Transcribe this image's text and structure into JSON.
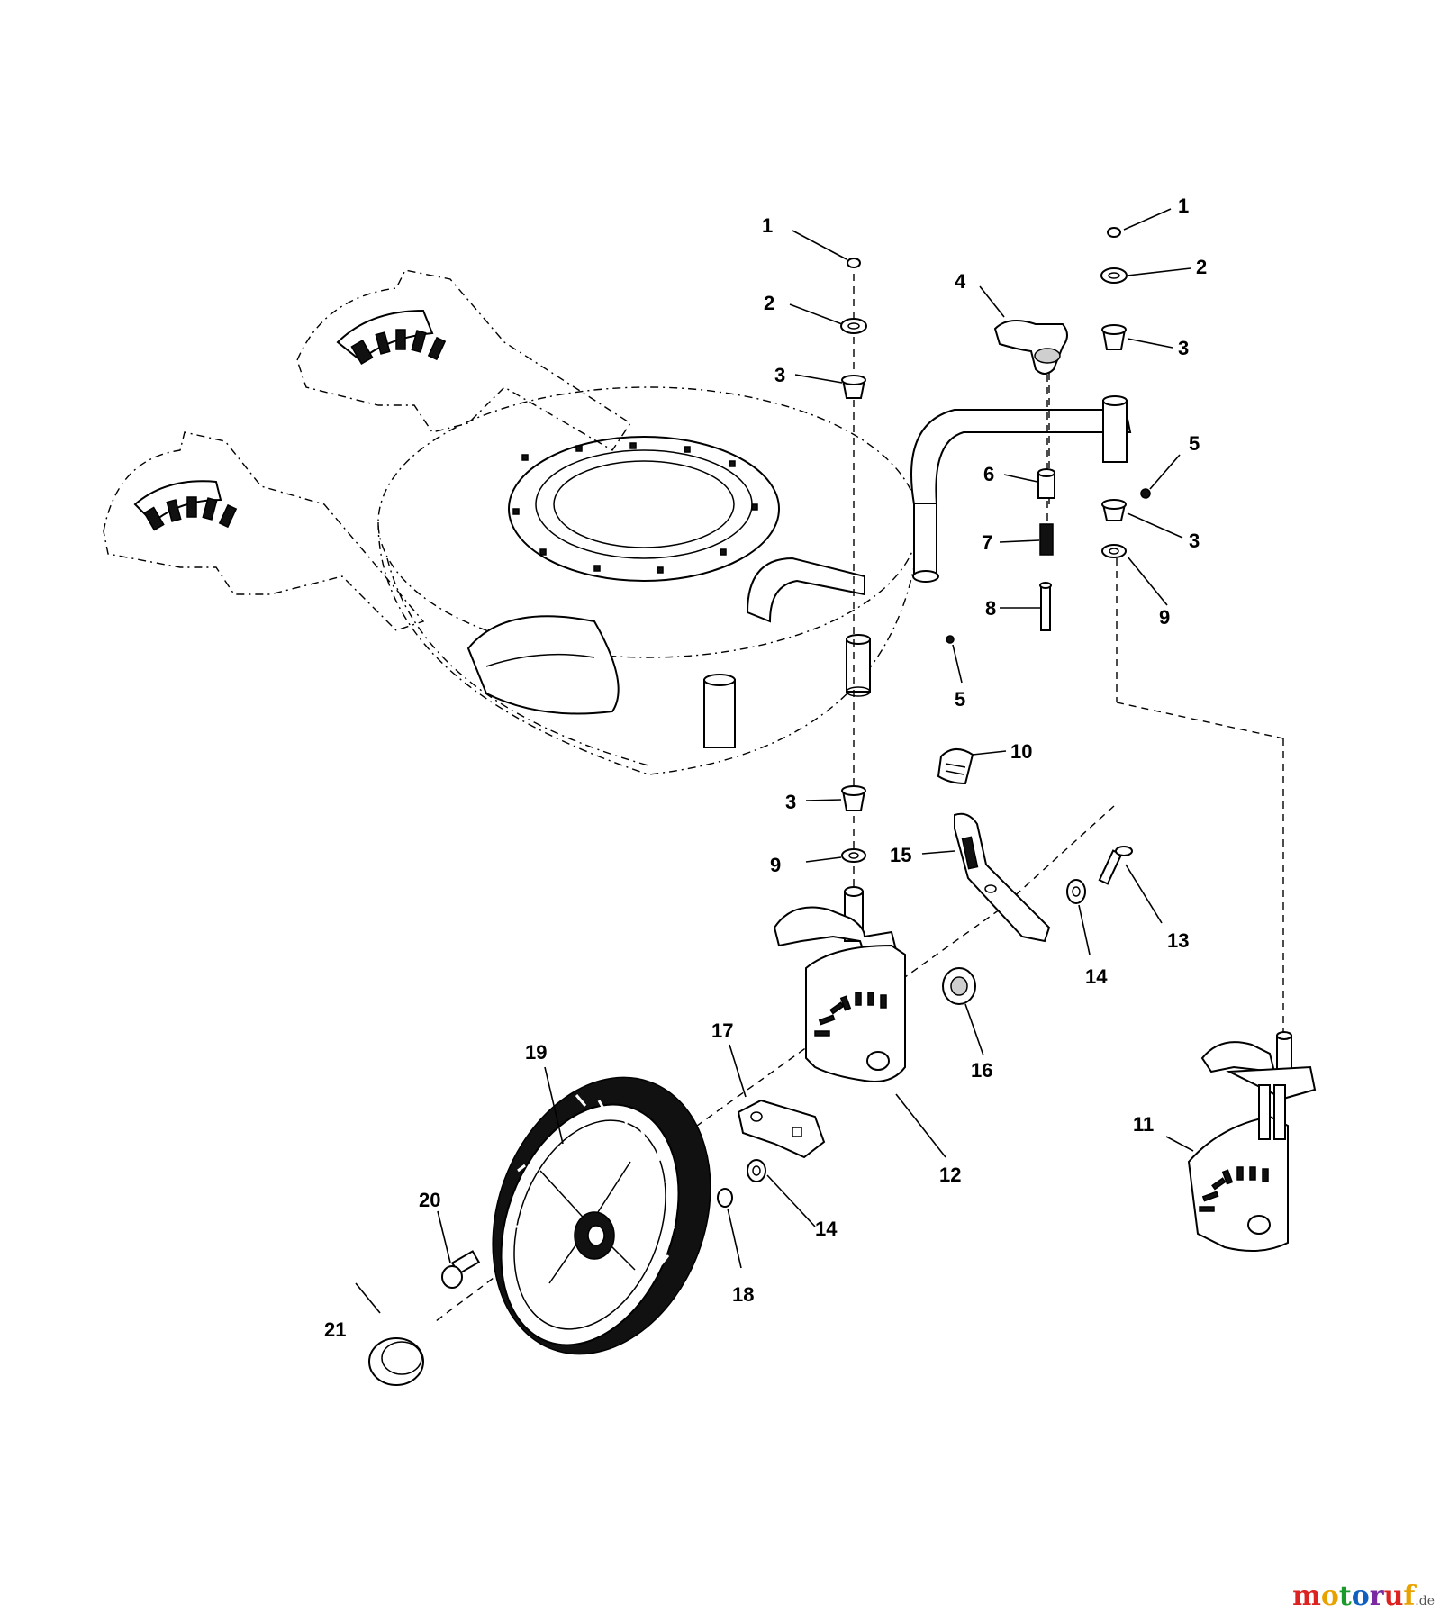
{
  "diagram": {
    "callouts": [
      {
        "id": "c1a",
        "label": "1"
      },
      {
        "id": "c2a",
        "label": "2"
      },
      {
        "id": "c3a",
        "label": "3"
      },
      {
        "id": "c1b",
        "label": "1"
      },
      {
        "id": "c2b",
        "label": "2"
      },
      {
        "id": "c3b",
        "label": "3"
      },
      {
        "id": "c4",
        "label": "4"
      },
      {
        "id": "c5a",
        "label": "5"
      },
      {
        "id": "c6",
        "label": "6"
      },
      {
        "id": "c3c",
        "label": "3"
      },
      {
        "id": "c7",
        "label": "7"
      },
      {
        "id": "c9a",
        "label": "9"
      },
      {
        "id": "c8",
        "label": "8"
      },
      {
        "id": "c5b",
        "label": "5"
      },
      {
        "id": "c10",
        "label": "10"
      },
      {
        "id": "c3d",
        "label": "3"
      },
      {
        "id": "c9b",
        "label": "9"
      },
      {
        "id": "c15",
        "label": "15"
      },
      {
        "id": "c13",
        "label": "13"
      },
      {
        "id": "c14a",
        "label": "14"
      },
      {
        "id": "c16",
        "label": "16"
      },
      {
        "id": "c19",
        "label": "19"
      },
      {
        "id": "c17",
        "label": "17"
      },
      {
        "id": "c12",
        "label": "12"
      },
      {
        "id": "c11",
        "label": "11"
      },
      {
        "id": "c14b",
        "label": "14"
      },
      {
        "id": "c18",
        "label": "18"
      },
      {
        "id": "c20",
        "label": "20"
      },
      {
        "id": "c21",
        "label": "21"
      }
    ]
  },
  "watermark": {
    "text": "motoruf",
    "suffix": ".de"
  },
  "colors": {
    "line": "#000000",
    "background": "#ffffff",
    "watermark_m": "#d22",
    "watermark_o1": "#e8a200",
    "watermark_t": "#1a9a2a",
    "watermark_o2": "#1060c0",
    "watermark_r": "#7a2aa0",
    "watermark_u": "#d22",
    "watermark_f": "#e8a200"
  }
}
